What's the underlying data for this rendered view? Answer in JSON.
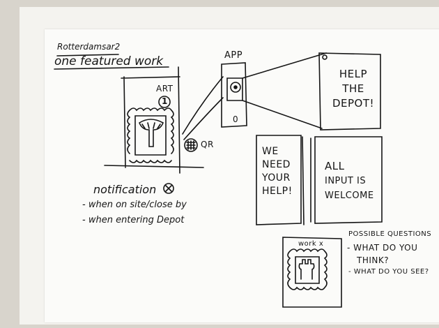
{
  "header": {
    "subtitle": "Rotterdamsar2",
    "title": "one featured work"
  },
  "phone_left": {
    "art_label": "ART",
    "art_number": "1",
    "qr_label": "QR"
  },
  "app": {
    "label": "APP",
    "number": "0"
  },
  "screens": {
    "help_depot": [
      "HELP",
      "THE",
      "DEPOT!"
    ],
    "need_help": [
      "WE",
      "NEED",
      "YOUR",
      "HELP!"
    ],
    "all_input": [
      "ALL",
      "INPUT IS",
      "WELCOME"
    ]
  },
  "notification": {
    "title": "notification",
    "line1": "- when on site/close by",
    "line2": "- when entering Depot"
  },
  "work_card": {
    "label": "work x"
  },
  "questions": {
    "title": "POSSIBLE QUESTIONS",
    "q1a": "- WHAT DO YOU",
    "q1b": "THINK?",
    "q2": "- WHAT DO YOU SEE?"
  },
  "colors": {
    "ink": "#151515",
    "paper": "#fbfbf9",
    "background": "#d8d4cc"
  }
}
